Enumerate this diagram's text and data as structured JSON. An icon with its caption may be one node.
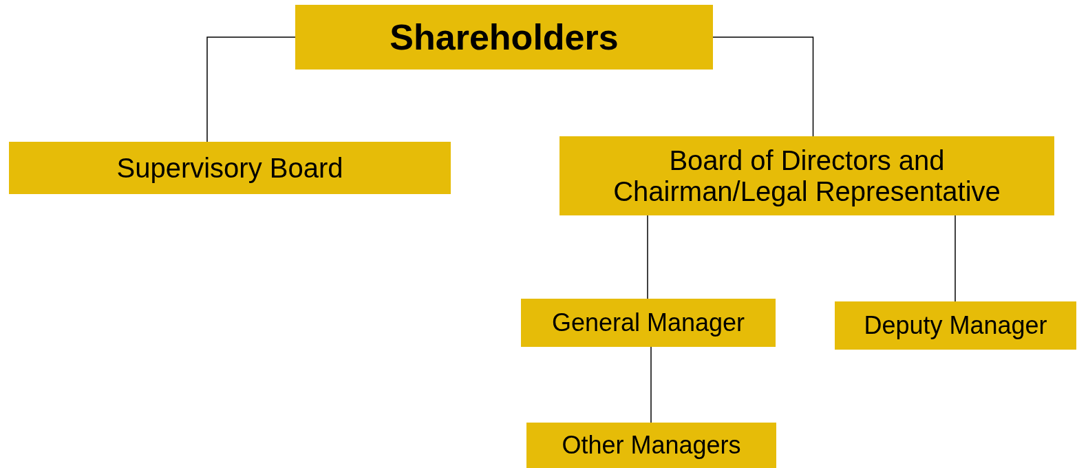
{
  "diagram": {
    "nodes": [
      {
        "text": [
          "Shareholders"
        ]
      },
      {
        "text": [
          "Supervisory Board"
        ]
      },
      {
        "text": [
          "Board of Directors and Chairman/Legal Representative"
        ]
      },
      {
        "text": [
          "General Manager"
        ]
      },
      {
        "text": [
          "Deputy Manager"
        ]
      },
      {
        "text": [
          "Other Managers"
        ]
      }
    ],
    "edges": [
      {
        "from": 0,
        "to": 1,
        "arrow": "none"
      },
      {
        "from": 0,
        "to": 2,
        "arrow": "none"
      },
      {
        "from": 2,
        "to": 3,
        "arrow": "none"
      },
      {
        "from": 2,
        "to": 4,
        "arrow": "none"
      },
      {
        "from": 3,
        "to": 5,
        "arrow": "none"
      }
    ]
  }
}
